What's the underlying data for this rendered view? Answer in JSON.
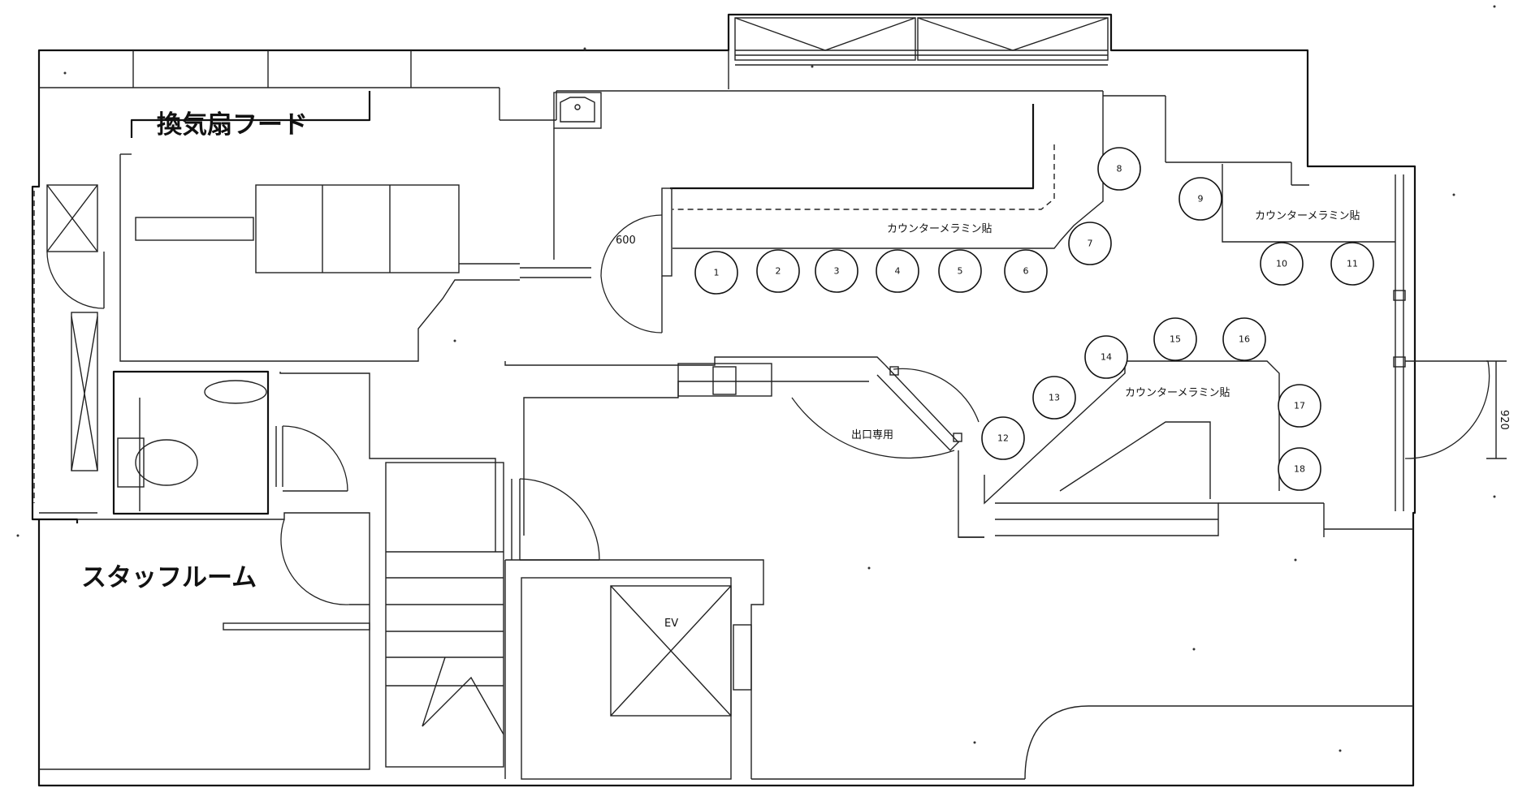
{
  "labels": {
    "hood": "換気扇フード",
    "staff_room": "スタッフルーム",
    "counter_main": "カウンターメラミン貼",
    "counter_right": "カウンターメラミン貼",
    "counter_lower": "カウンターメラミン貼",
    "exit_only": "出口専用",
    "door_600": "600",
    "door_920": "920",
    "elevator": "EV"
  },
  "seats": [
    {
      "id": "seat-1",
      "label": "1"
    },
    {
      "id": "seat-2",
      "label": "2"
    },
    {
      "id": "seat-3",
      "label": "3"
    },
    {
      "id": "seat-4",
      "label": "4"
    },
    {
      "id": "seat-5",
      "label": "5"
    },
    {
      "id": "seat-6",
      "label": "6"
    },
    {
      "id": "seat-7",
      "label": "7"
    },
    {
      "id": "seat-8",
      "label": "8"
    },
    {
      "id": "seat-9",
      "label": "9"
    },
    {
      "id": "seat-10",
      "label": "10"
    },
    {
      "id": "seat-11",
      "label": "11"
    },
    {
      "id": "seat-12",
      "label": "12"
    },
    {
      "id": "seat-13",
      "label": "13"
    },
    {
      "id": "seat-14",
      "label": "14"
    },
    {
      "id": "seat-15",
      "label": "15"
    },
    {
      "id": "seat-16",
      "label": "16"
    },
    {
      "id": "seat-17",
      "label": "17"
    },
    {
      "id": "seat-18",
      "label": "18"
    }
  ]
}
